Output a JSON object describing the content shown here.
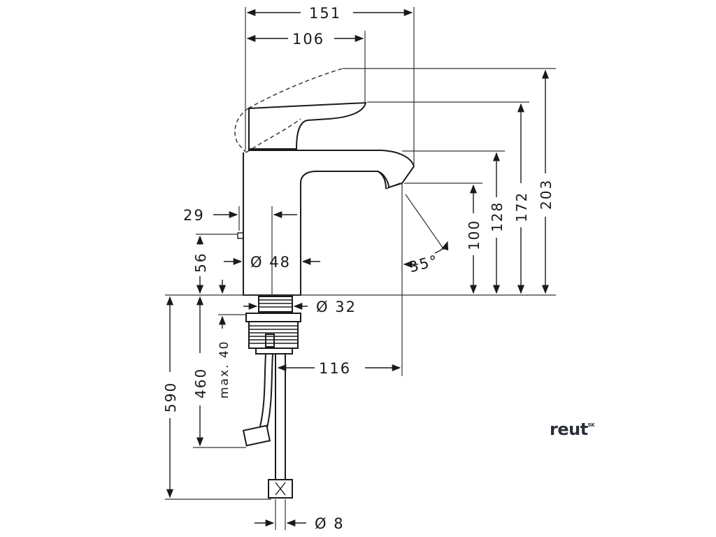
{
  "dimensions": {
    "width_151": "151",
    "width_106": "106",
    "height_203": "203",
    "height_172": "172",
    "height_128": "128",
    "height_100": "100",
    "offset_29": "29",
    "height_56": "56",
    "diameter_48": "Ø 48",
    "diameter_32": "Ø 32",
    "angle_35": "35°",
    "max_40": "max. 40",
    "height_460": "460",
    "height_590": "590",
    "width_116": "116",
    "diameter_8": "Ø 8"
  },
  "brand": {
    "name": "reut",
    "suffix": "SK"
  },
  "colors": {
    "ink": "#1a1a1a",
    "brand": "#2b2f3a"
  }
}
